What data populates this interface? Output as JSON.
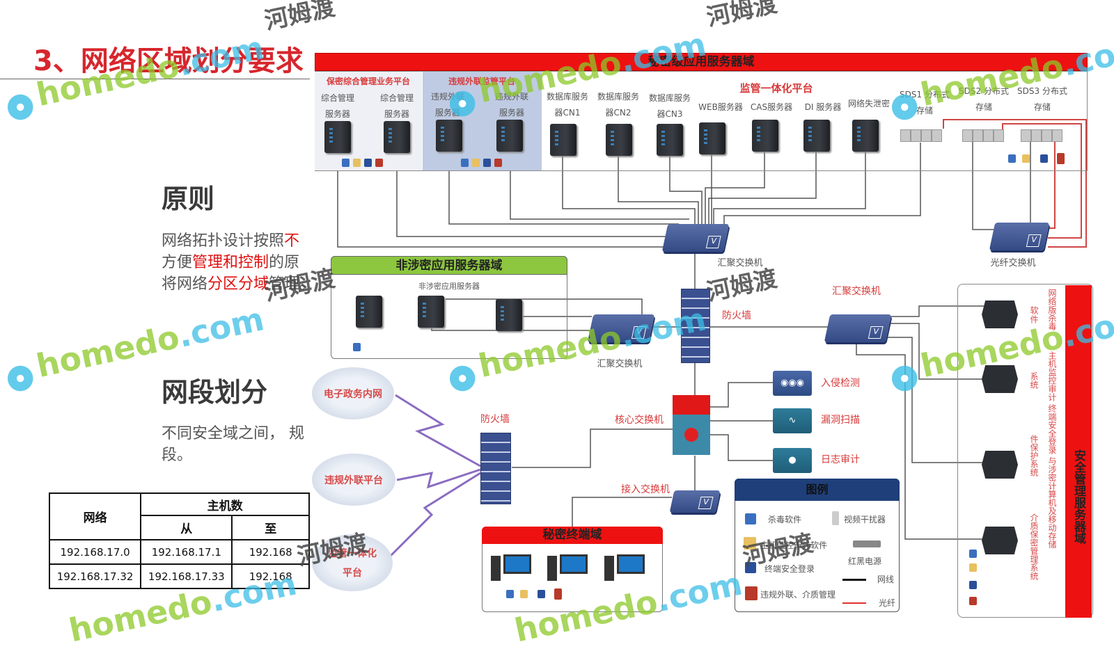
{
  "slide": {
    "title": "3、网络区域划分要求",
    "section1": {
      "heading": "原则",
      "lines": [
        [
          "网络拓扑设计按照",
          "不"
        ],
        [
          "方便",
          "管理和控制",
          "的原"
        ],
        [
          "将网络",
          "分区分域",
          "管理。"
        ]
      ]
    },
    "section2": {
      "heading": "网段划分",
      "line1": "不同安全域之间， 规",
      "line2": "段。"
    },
    "table": {
      "header_network": "网络",
      "header_hosts": "主机数",
      "header_from": "从",
      "header_to": "至",
      "rows": [
        {
          "network": "192.168.17.0",
          "from": "192.168.17.1",
          "to": "192.168"
        },
        {
          "network": "192.168.17.32",
          "from": "192.168.17.33",
          "to": "192.168"
        }
      ]
    }
  },
  "diagram": {
    "secret_domain": {
      "title": "秘密级应用服务器域",
      "platform1": {
        "title": "保密综合管理业务平台",
        "servers": [
          [
            "综合管理",
            "服务器"
          ],
          [
            "综合管理",
            "服务器"
          ]
        ]
      },
      "platform2": {
        "title": "违规外联监管平台",
        "servers": [
          [
            "违规外联",
            "服务器"
          ],
          [
            "违规外联",
            "服务器"
          ]
        ]
      },
      "db_servers": [
        [
          "数据库服务",
          "器CN1"
        ],
        [
          "数据库服务",
          "器CN2"
        ],
        [
          "数据库服务",
          "器CN3"
        ]
      ],
      "platform3": {
        "title": "监管一体化平台",
        "servers": [
          "WEB服务器",
          "CAS服务器",
          "DI 服务器",
          "网络失泄密"
        ]
      },
      "storage": [
        [
          "SDS1 分布式",
          "存储"
        ],
        [
          "SDS2 分布式",
          "存储"
        ],
        [
          "SDS3 分布式",
          "存储"
        ]
      ]
    },
    "agg_switch_top": "汇聚交换机",
    "fiber_switch": "光纤交换机",
    "nonsecret_domain": {
      "title": "非涉密应用服务器域",
      "subtitle": "非涉密应用服务器"
    },
    "agg_switch_left": "汇聚交换机",
    "agg_switch_right": "汇聚交换机",
    "firewall_center": "防火墙",
    "firewall_left": "防火墙",
    "core_switch": "核心交换机",
    "access_switch": "接入交换机",
    "security_devices": [
      "入侵检测",
      "漏洞扫描",
      "日志审计"
    ],
    "clouds": [
      [
        "电子政务内网"
      ],
      [
        "违规外联平台"
      ],
      [
        "监管一体化",
        "平台"
      ]
    ],
    "terminal_domain": {
      "title": "秘密终端域"
    },
    "legend": {
      "title": "图例",
      "items": [
        "杀毒软件",
        "视频干扰器",
        "主机监控审计软件",
        "红黑电源",
        "终端安全登录",
        "网线",
        "违规外联、介质管理",
        "光纤"
      ]
    },
    "mgmt_domain": {
      "title": "安全管理服务器域",
      "labels_outer": [
        "网络版杀毒",
        "主机监控审计 终端安全登录 与涉密计算机及移动存储"
      ],
      "labels_inner": [
        "软件",
        "系统",
        "件保护系统",
        "介质保密管理系统"
      ]
    }
  },
  "watermark": {
    "brand": "homedo",
    "domain": ".com",
    "cn": "河姆渡"
  },
  "colors": {
    "title_red": "#d7262d",
    "domain_red": "#ee1111",
    "green_header": "#8dc63f",
    "legend_blue": "#1f3f7a"
  }
}
